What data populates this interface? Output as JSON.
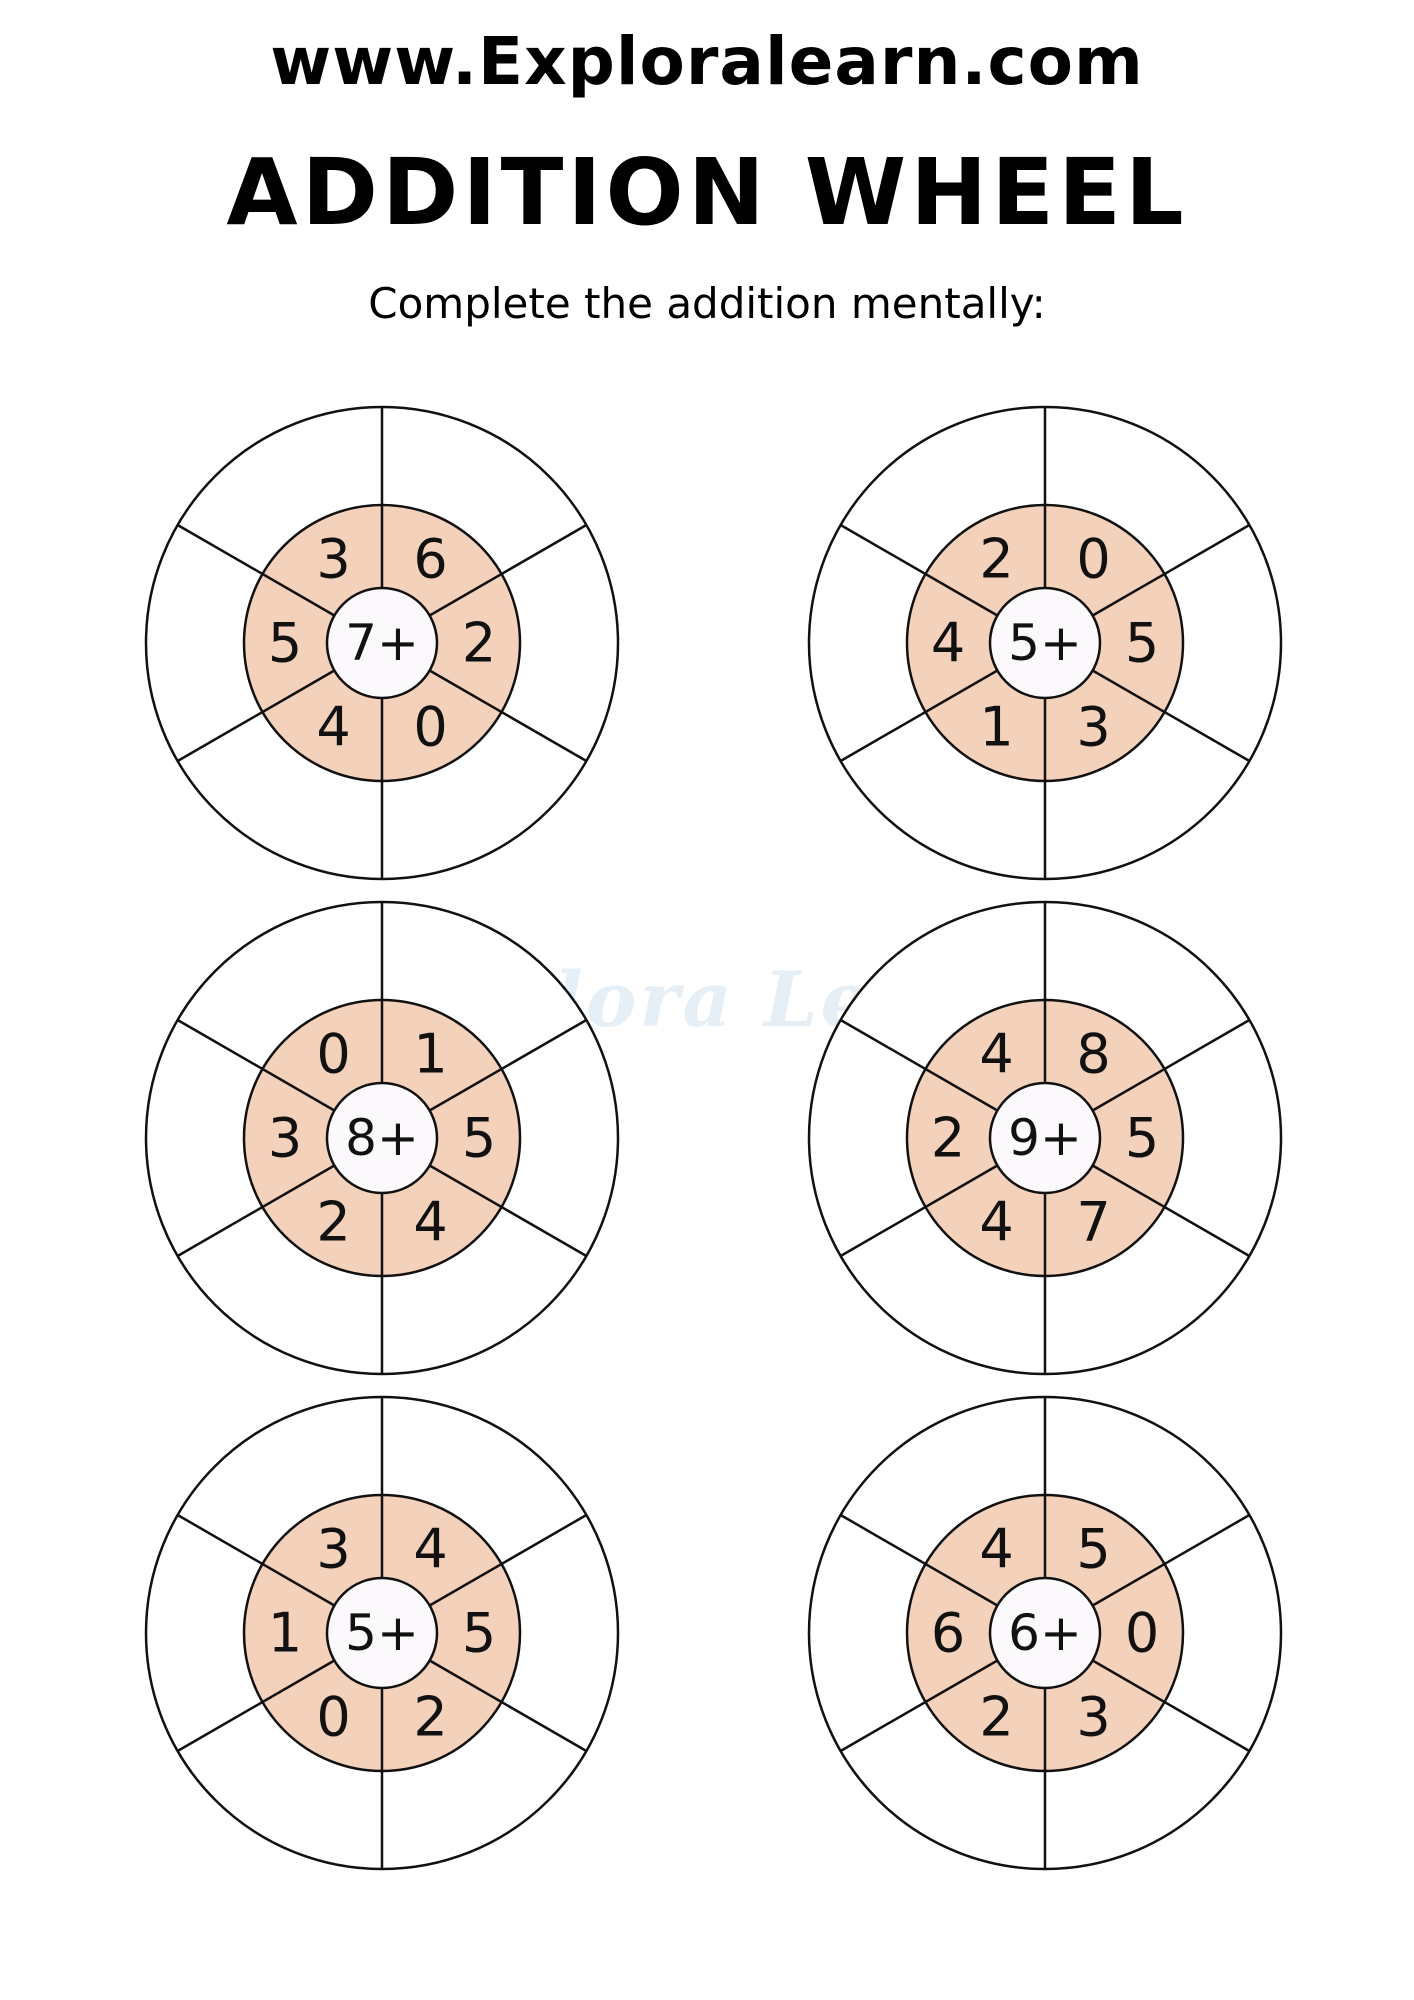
{
  "header": {
    "site_url": "www.Exploralearn.com",
    "title": "ADDITION WHEEL",
    "instructions": "Complete the addition mentally:"
  },
  "watermark": {
    "text": "Explora Learn"
  },
  "colors": {
    "inner_ring_fill": "#f4d1bb",
    "center_fill": "#fcf9fc",
    "stroke": "#111111",
    "watermark": "#e6eff6"
  },
  "wheels": [
    {
      "center_label": "7+",
      "numbers": [
        "6",
        "2",
        "0",
        "4",
        "5",
        "3"
      ]
    },
    {
      "center_label": "5+",
      "numbers": [
        "0",
        "5",
        "3",
        "1",
        "4",
        "2"
      ]
    },
    {
      "center_label": "8+",
      "numbers": [
        "1",
        "5",
        "4",
        "2",
        "3",
        "0"
      ]
    },
    {
      "center_label": "9+",
      "numbers": [
        "8",
        "5",
        "7",
        "4",
        "2",
        "4"
      ]
    },
    {
      "center_label": "5+",
      "numbers": [
        "4",
        "5",
        "2",
        "0",
        "1",
        "3"
      ]
    },
    {
      "center_label": "6+",
      "numbers": [
        "5",
        "0",
        "3",
        "2",
        "6",
        "4"
      ]
    }
  ]
}
